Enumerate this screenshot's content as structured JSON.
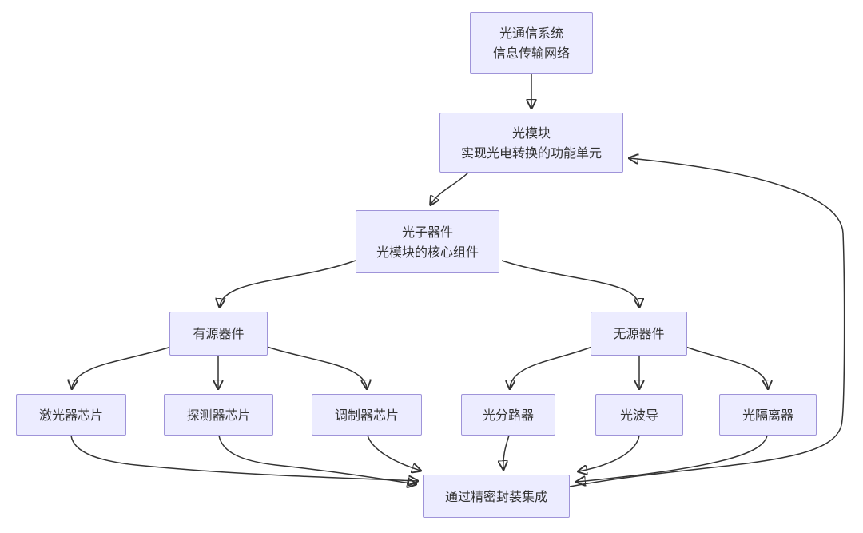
{
  "diagram": {
    "type": "flowchart",
    "direction": "top-down",
    "background": "#ffffff",
    "node_fill": "#ECECFF",
    "node_border": "#9f94d9",
    "edge_color": "#333333",
    "text_color": "#333333"
  },
  "nodes": {
    "system": {
      "line1": "光通信系统",
      "line2": "信息传输网络"
    },
    "module": {
      "line1": "光模块",
      "line2": "实现光电转换的功能单元"
    },
    "photonic": {
      "line1": "光子器件",
      "line2": "光模块的核心组件"
    },
    "active": {
      "label": "有源器件"
    },
    "passive": {
      "label": "无源器件"
    },
    "laser": {
      "label": "激光器芯片"
    },
    "detector": {
      "label": "探测器芯片"
    },
    "modulator": {
      "label": "调制器芯片"
    },
    "splitter": {
      "label": "光分路器"
    },
    "waveguide": {
      "label": "光波导"
    },
    "isolator": {
      "label": "光隔离器"
    },
    "packaging": {
      "label": "通过精密封装集成"
    }
  },
  "edges": [
    {
      "from": "光通信系统",
      "to": "光模块"
    },
    {
      "from": "光模块",
      "to": "光子器件"
    },
    {
      "from": "光子器件",
      "to": "有源器件"
    },
    {
      "from": "光子器件",
      "to": "无源器件"
    },
    {
      "from": "有源器件",
      "to": "激光器芯片"
    },
    {
      "from": "有源器件",
      "to": "探测器芯片"
    },
    {
      "from": "有源器件",
      "to": "调制器芯片"
    },
    {
      "from": "无源器件",
      "to": "光分路器"
    },
    {
      "from": "无源器件",
      "to": "光波导"
    },
    {
      "from": "无源器件",
      "to": "光隔离器"
    },
    {
      "from": "激光器芯片",
      "to": "通过精密封装集成"
    },
    {
      "from": "探测器芯片",
      "to": "通过精密封装集成"
    },
    {
      "from": "调制器芯片",
      "to": "通过精密封装集成"
    },
    {
      "from": "光分路器",
      "to": "通过精密封装集成"
    },
    {
      "from": "光波导",
      "to": "通过精密封装集成"
    },
    {
      "from": "光隔离器",
      "to": "通过精密封装集成"
    },
    {
      "from": "通过精密封装集成",
      "to": "光模块"
    }
  ]
}
